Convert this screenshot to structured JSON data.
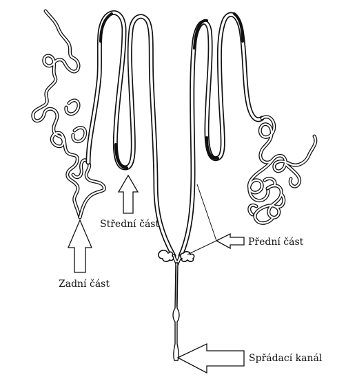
{
  "labels": {
    "middle": "Střední část",
    "anterior": "Přední část",
    "posterior": "Zadní část",
    "duct": "Spřádací kanál"
  }
}
